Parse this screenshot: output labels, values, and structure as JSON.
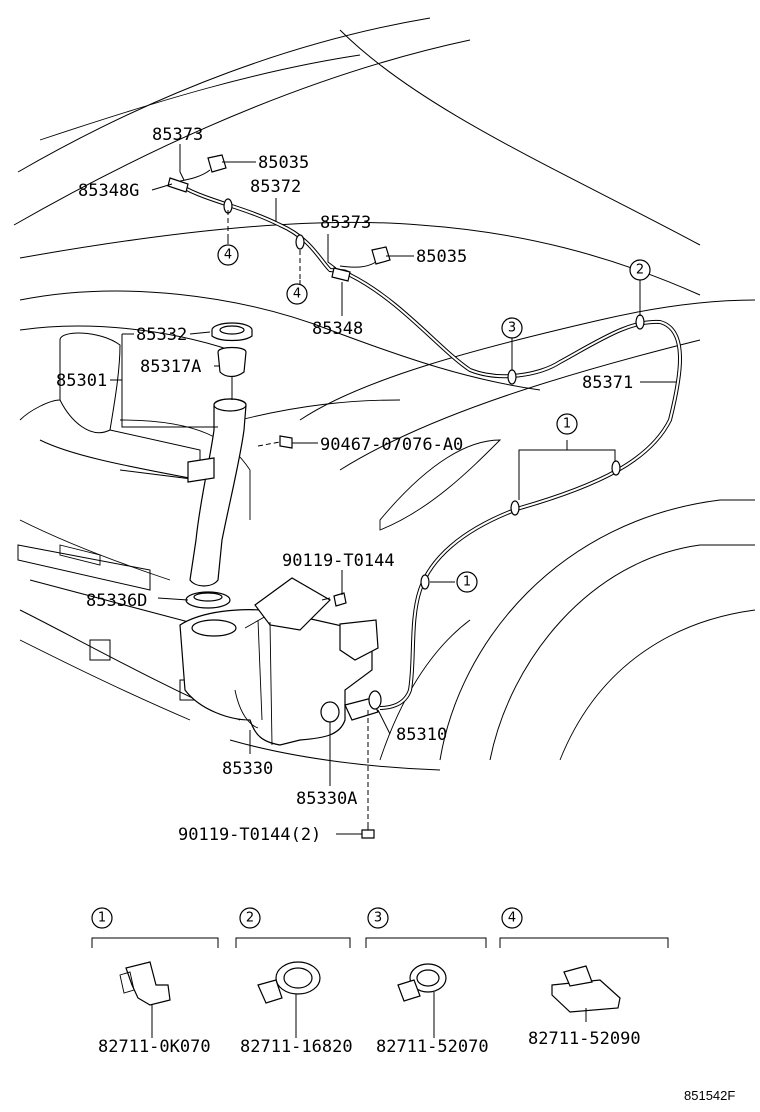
{
  "callouts": {
    "p85373_top": "85373",
    "p85035_top": "85035",
    "p85348G": "85348G",
    "p85372": "85372",
    "p85373_mid": "85373",
    "p85035_mid": "85035",
    "p85348": "85348",
    "p85332": "85332",
    "p85317A": "85317A",
    "p85301": "85301",
    "p90467": "90467-07076-A0",
    "p85371": "85371",
    "p90119_a": "90119-T0144",
    "p85336D": "85336D",
    "p85310": "85310",
    "p85330": "85330",
    "p85330A": "85330A",
    "p90119_b": "90119-T0144(2)"
  },
  "clip_refs": [
    "1",
    "2",
    "3",
    "4"
  ],
  "detail_panels": [
    {
      "ref": "1",
      "part_no": "82711-0K070"
    },
    {
      "ref": "2",
      "part_no": "82711-16820"
    },
    {
      "ref": "3",
      "part_no": "82711-52070"
    },
    {
      "ref": "4",
      "part_no": "82711-52090"
    }
  ],
  "figure_id": "851542F",
  "colors": {
    "ink": "#000000",
    "paper": "#ffffff"
  }
}
